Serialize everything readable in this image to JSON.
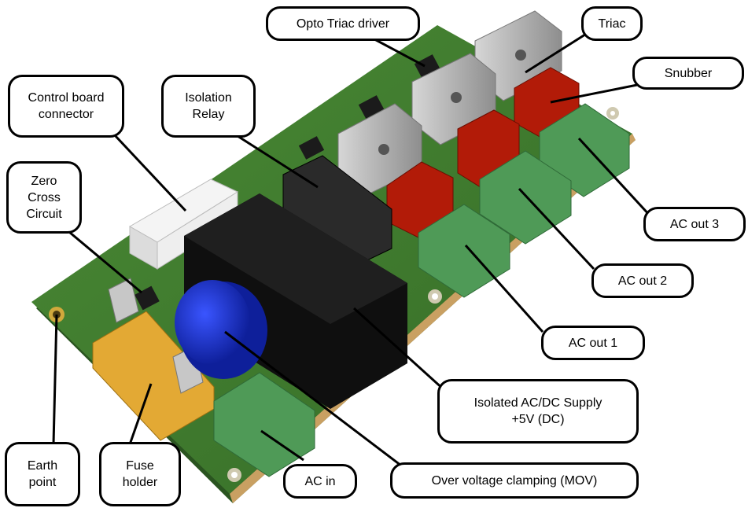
{
  "labels": {
    "opto_triac_driver": "Opto Triac driver",
    "triac": "Triac",
    "snubber": "Snubber",
    "control_board_connector": "Control board\nconnector",
    "isolation_relay": "Isolation\nRelay",
    "zero_cross_circuit": "Zero\nCross\nCircuit",
    "ac_out_3": "AC out 3",
    "ac_out_2": "AC out 2",
    "ac_out_1": "AC out 1",
    "isolated_supply": "Isolated AC/DC Supply\n+5V (DC)",
    "earth_point": "Earth\npoint",
    "fuse_holder": "Fuse\nholder",
    "ac_in": "AC in",
    "mov": "Over voltage clamping (MOV)"
  },
  "colors": {
    "pcb": "#3e7a2e",
    "pcb_edge": "#2c5a20",
    "terminal": "#4f9a57",
    "heatsink": "#b8b8b8",
    "relay": "#141414",
    "snubber": "#b21b08",
    "mov": "#1c33d6",
    "fuse_holder": "#e3a934",
    "connector": "#f2f2f2"
  }
}
